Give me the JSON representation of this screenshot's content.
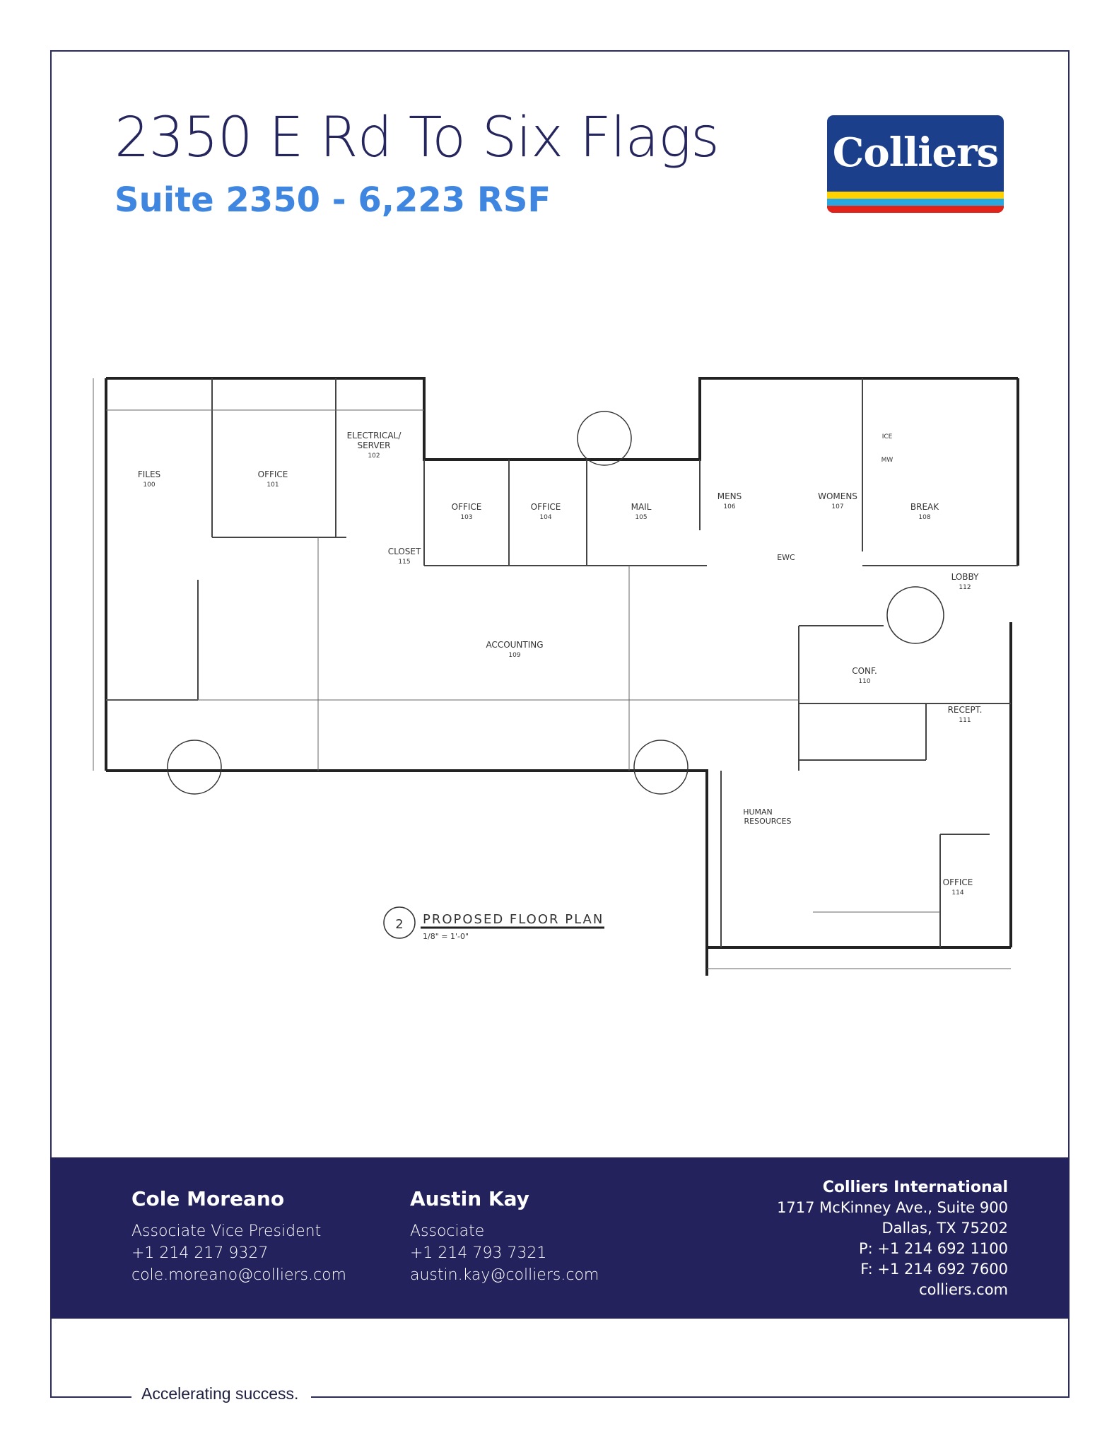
{
  "header": {
    "title": "2350 E Rd To Six Flags",
    "subtitle": "Suite 2350 - 6,223 RSF",
    "logo_text": "Colliers",
    "logo_colors": [
      "#1b3f8b",
      "#ffd200",
      "#29a8e0",
      "#e2231a"
    ]
  },
  "floor_plan": {
    "caption_number": "2",
    "caption_title": "PROPOSED FLOOR PLAN",
    "caption_scale": "1/8\" = 1'-0\"",
    "rooms": [
      {
        "name": "FILES",
        "number": "100"
      },
      {
        "name": "OFFICE",
        "number": "101"
      },
      {
        "name": "ELECTRICAL/",
        "name2": "SERVER",
        "number": "102"
      },
      {
        "name": "OFFICE",
        "number": "103"
      },
      {
        "name": "OFFICE",
        "number": "104"
      },
      {
        "name": "MAIL",
        "number": "105"
      },
      {
        "name": "MENS",
        "number": "106"
      },
      {
        "name": "WOMENS",
        "number": "107"
      },
      {
        "name": "BREAK",
        "number": "108"
      },
      {
        "name": "ACCOUNTING",
        "number": "109"
      },
      {
        "name": "CONF.",
        "number": "110"
      },
      {
        "name": "RECEPT.",
        "number": "111"
      },
      {
        "name": "LOBBY",
        "number": "112"
      },
      {
        "name": "HUMAN",
        "name2": "RESOURCES",
        "number": ""
      },
      {
        "name": "OFFICE",
        "number": "114"
      },
      {
        "name": "CLOSET",
        "number": "115"
      }
    ],
    "other_labels": [
      "EWC",
      "ICE",
      "MW"
    ]
  },
  "footer": {
    "contacts": [
      {
        "name": "Cole Moreano",
        "title": "Associate Vice President",
        "phone": "+1 214 217 9327",
        "email": "cole.moreano@colliers.com"
      },
      {
        "name": "Austin Kay",
        "title": "Associate",
        "phone": "+1 214 793 7321",
        "email": "austin.kay@colliers.com"
      }
    ],
    "office": {
      "company": "Colliers International",
      "address1": "1717 McKinney Ave., Suite 900",
      "address2": "Dallas, TX 75202",
      "phone": "P: +1 214 692 1100",
      "fax": "F: +1 214 692 7600",
      "web": "colliers.com"
    }
  },
  "tagline": "Accelerating success."
}
